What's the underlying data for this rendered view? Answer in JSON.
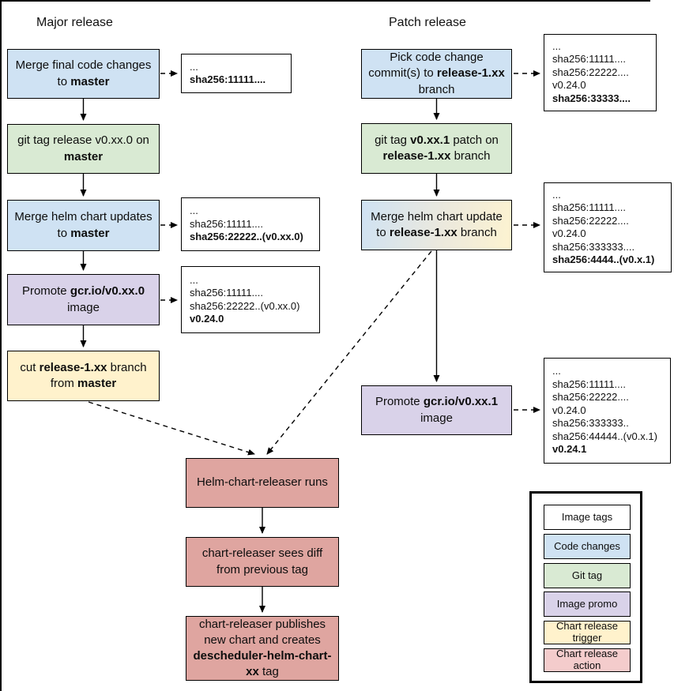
{
  "titles": {
    "major": "Major release",
    "patch": "Patch release"
  },
  "colors": {
    "code_changes": "#cfe2f3",
    "git_tag": "#d9ead3",
    "image_promo": "#d9d2e9",
    "chart_release_trigger": "#fff2cc",
    "chart_release_action": "#dfa5a0",
    "image_tags": "#ffffff",
    "legend_chart_release_action": "#f4cccc",
    "mixed_code_trigger": "linear-gradient(100deg, #cfe2f3 0%, #ece9dd 55%, #fdf3d0 100%)",
    "border": "#000000"
  },
  "nodes": {
    "a1": {
      "parts": [
        {
          "text": "Merge final code changes to "
        },
        {
          "text": "master",
          "bold": true
        }
      ]
    },
    "a2": {
      "parts": [
        {
          "text": "git tag release v0.xx.0 on "
        },
        {
          "text": "master",
          "bold": true
        }
      ]
    },
    "a3": {
      "parts": [
        {
          "text": "Merge helm chart updates to "
        },
        {
          "text": "master",
          "bold": true
        }
      ]
    },
    "a4": {
      "parts": [
        {
          "text": "Promote "
        },
        {
          "text": "gcr.io/v0.xx.0",
          "bold": true
        },
        {
          "text": " image"
        }
      ]
    },
    "a5": {
      "parts": [
        {
          "text": "cut "
        },
        {
          "text": "release-1.xx",
          "bold": true
        },
        {
          "text": " branch from "
        },
        {
          "text": "master",
          "bold": true
        }
      ]
    },
    "p1": {
      "parts": [
        {
          "text": "Pick code change commit(s) to "
        },
        {
          "text": "release-1.xx",
          "bold": true
        },
        {
          "text": " branch"
        }
      ]
    },
    "p2": {
      "parts": [
        {
          "text": "git tag "
        },
        {
          "text": "v0.xx.1",
          "bold": true
        },
        {
          "text": " patch on "
        },
        {
          "text": "release-1.xx",
          "bold": true
        },
        {
          "text": " branch"
        }
      ]
    },
    "p3": {
      "parts": [
        {
          "text": "Merge helm chart update to "
        },
        {
          "text": "release-1.xx",
          "bold": true
        },
        {
          "text": " branch"
        }
      ]
    },
    "p4": {
      "parts": [
        {
          "text": "Promote "
        },
        {
          "text": "gcr.io/v0.xx.1",
          "bold": true
        },
        {
          "text": " image"
        }
      ]
    },
    "b1": {
      "parts": [
        {
          "text": "Helm-chart-releaser runs"
        }
      ]
    },
    "b2": {
      "parts": [
        {
          "text": "chart-releaser sees diff from previous tag"
        }
      ]
    },
    "b3": {
      "parts": [
        {
          "text": "chart-releaser publishes new chart and creates "
        },
        {
          "text": "descheduler-helm-chart-xx",
          "bold": true
        },
        {
          "text": " tag"
        }
      ]
    }
  },
  "annotations": {
    "an1": {
      "lines": [
        {
          "text": "..."
        },
        {
          "text": "sha256:11111....",
          "bold": true
        }
      ]
    },
    "an2": {
      "lines": [
        {
          "text": "..."
        },
        {
          "text": "sha256:11111...."
        },
        {
          "text": "sha256:22222..(v0.xx.0)",
          "bold": true
        }
      ]
    },
    "an3": {
      "lines": [
        {
          "text": "..."
        },
        {
          "text": "sha256:11111...."
        },
        {
          "text": "sha256:22222..(v0.xx.0)"
        },
        {
          "text": "v0.24.0",
          "bold": true
        }
      ]
    },
    "pn1": {
      "lines": [
        {
          "text": "..."
        },
        {
          "text": "sha256:11111...."
        },
        {
          "text": "sha256:22222...."
        },
        {
          "text": "v0.24.0"
        },
        {
          "text": "sha256:33333....",
          "bold": true
        }
      ]
    },
    "pn2": {
      "lines": [
        {
          "text": "..."
        },
        {
          "text": "sha256:11111...."
        },
        {
          "text": "sha256:22222...."
        },
        {
          "text": "v0.24.0"
        },
        {
          "text": "sha256:333333...."
        },
        {
          "text": "sha256:4444..(v0.x.1)",
          "bold": true
        }
      ]
    },
    "pn3": {
      "lines": [
        {
          "text": "..."
        },
        {
          "text": "sha256:11111...."
        },
        {
          "text": "sha256:22222...."
        },
        {
          "text": "v0.24.0"
        },
        {
          "text": "sha256:333333.."
        },
        {
          "text": "sha256:44444..(v0.x.1)"
        },
        {
          "text": "v0.24.1",
          "bold": true
        }
      ]
    }
  },
  "legend": {
    "items": [
      {
        "label": "Image tags",
        "color": "#ffffff"
      },
      {
        "label": "Code changes",
        "color": "#cfe2f3"
      },
      {
        "label": "Git tag",
        "color": "#d9ead3"
      },
      {
        "label": "Image promo",
        "color": "#d9d2e9"
      },
      {
        "label": "Chart release trigger",
        "color": "#fff2cc"
      },
      {
        "label": "Chart release action",
        "color": "#f4cccc"
      }
    ]
  }
}
